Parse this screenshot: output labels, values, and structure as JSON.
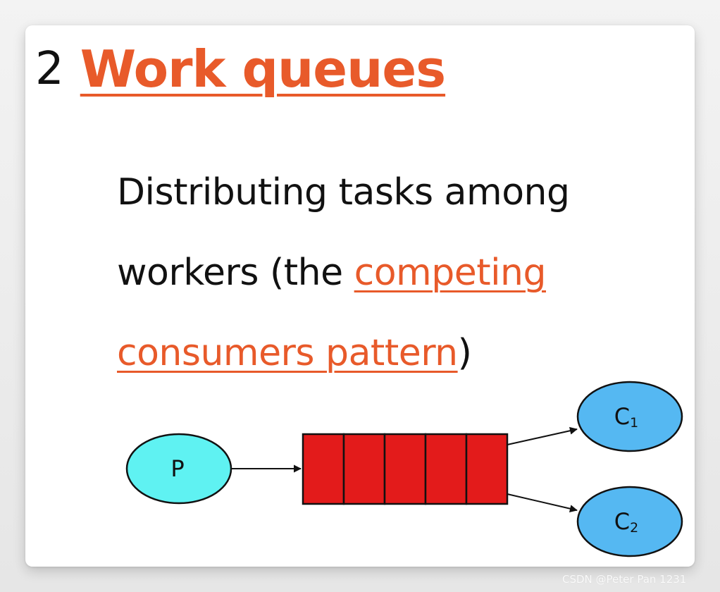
{
  "title": {
    "number": "2",
    "link_text": "Work queues"
  },
  "description": {
    "line1": "Distributing tasks among",
    "line2_prefix": "workers (the ",
    "line2_link": "competing",
    "line3_link": "consumers pattern",
    "line3_suffix": ")"
  },
  "diagram": {
    "producer_label": "P",
    "consumer1_main": "C",
    "consumer1_sub": "1",
    "consumer2_main": "C",
    "consumer2_sub": "2",
    "queue_cells": 5,
    "colors": {
      "producer": "#5ff2f2",
      "queue": "#e31b1b",
      "consumer": "#55b8f2",
      "link": "#e85a2a"
    }
  },
  "watermark": "CSDN @Peter Pan 1231"
}
